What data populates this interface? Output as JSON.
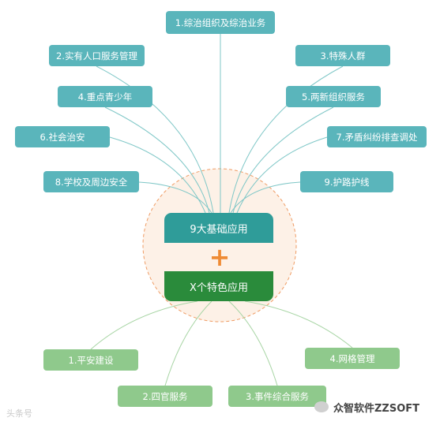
{
  "top_nodes": [
    {
      "label": "1.综治组织及综治业务"
    },
    {
      "label": "2.实有人口服务管理"
    },
    {
      "label": "3.特殊人群"
    },
    {
      "label": "4.重点青少年"
    },
    {
      "label": "5.两新组织服务"
    },
    {
      "label": "6.社会治安"
    },
    {
      "label": "7.矛盾纠纷排查调处"
    },
    {
      "label": "8.学校及周边安全"
    },
    {
      "label": "9.护路护线"
    }
  ],
  "center": {
    "top_label": "9大基础应用",
    "plus": "+",
    "bottom_label": "X个特色应用"
  },
  "bottom_nodes": [
    {
      "label": "1.平安建设"
    },
    {
      "label": "2.四官服务"
    },
    {
      "label": "3.事件综合服务"
    },
    {
      "label": "4.网格管理"
    }
  ],
  "watermarks": {
    "left": "头条号",
    "right": "众智软件ZZSOFT"
  },
  "colors": {
    "teal_box": "#5ab5bb",
    "green_box": "#8fc98c",
    "center_top": "#2f9c99",
    "center_bottom": "#2a8b3b",
    "plus": "#ef8b34",
    "circle_fill": "#fdf1e7",
    "circle_stroke": "#ef9b63",
    "teal_line": "#7fc7c7",
    "green_line": "#a8d5a5"
  }
}
